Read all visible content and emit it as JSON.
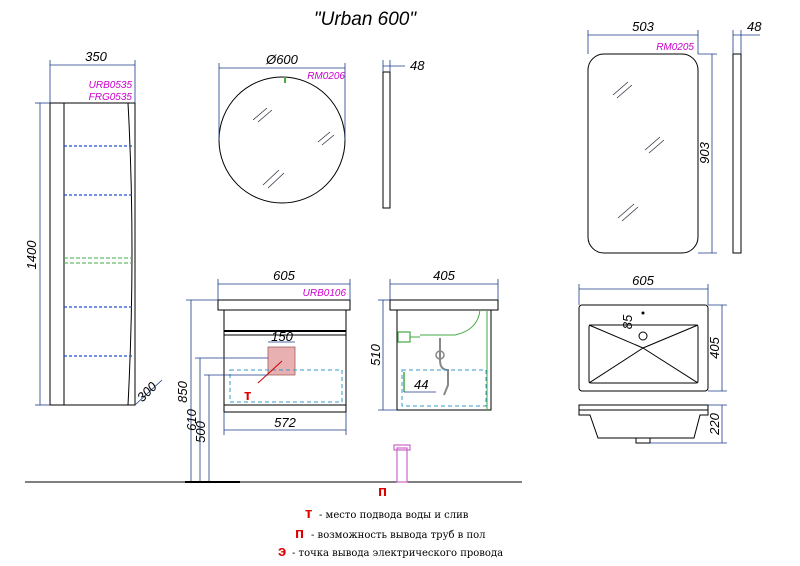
{
  "title": "\"Urban 600\"",
  "colors": {
    "dimension_line": "#1a3a8a",
    "code_text": "#cc00cc",
    "legend_key": "#e00000",
    "pipe": "#cc66cc",
    "hatch_box": "#e8b0b0",
    "plumbing_green": "#44aa44"
  },
  "pencil_case": {
    "width": "350",
    "height": "1400",
    "depth": "300",
    "code_1": "URB0535",
    "code_2": "FRG0535"
  },
  "round_mirror": {
    "diameter": "Ø600",
    "depth": "48",
    "code": "RM0206"
  },
  "rect_mirror": {
    "width": "503",
    "height": "903",
    "depth": "48",
    "code": "RM0205"
  },
  "vanity": {
    "width": "605",
    "code": "URB0106",
    "connection_box": "150",
    "inner_width": "572",
    "mount_height": "850",
    "h_610": "610",
    "h_500": "500",
    "marker": "т"
  },
  "vanity_side": {
    "depth": "405",
    "height": "510",
    "offset": "44"
  },
  "basin": {
    "width": "605",
    "depth": "405",
    "height": "220",
    "inner_label": "85"
  },
  "floor_pipe_marker": "п",
  "legend": [
    {
      "key": "т",
      "text": "- место подвода воды и слив"
    },
    {
      "key": "п",
      "text": "- возможность вывода труб в пол"
    },
    {
      "key": "э",
      "text": "- точка вывода электрического провода"
    }
  ]
}
